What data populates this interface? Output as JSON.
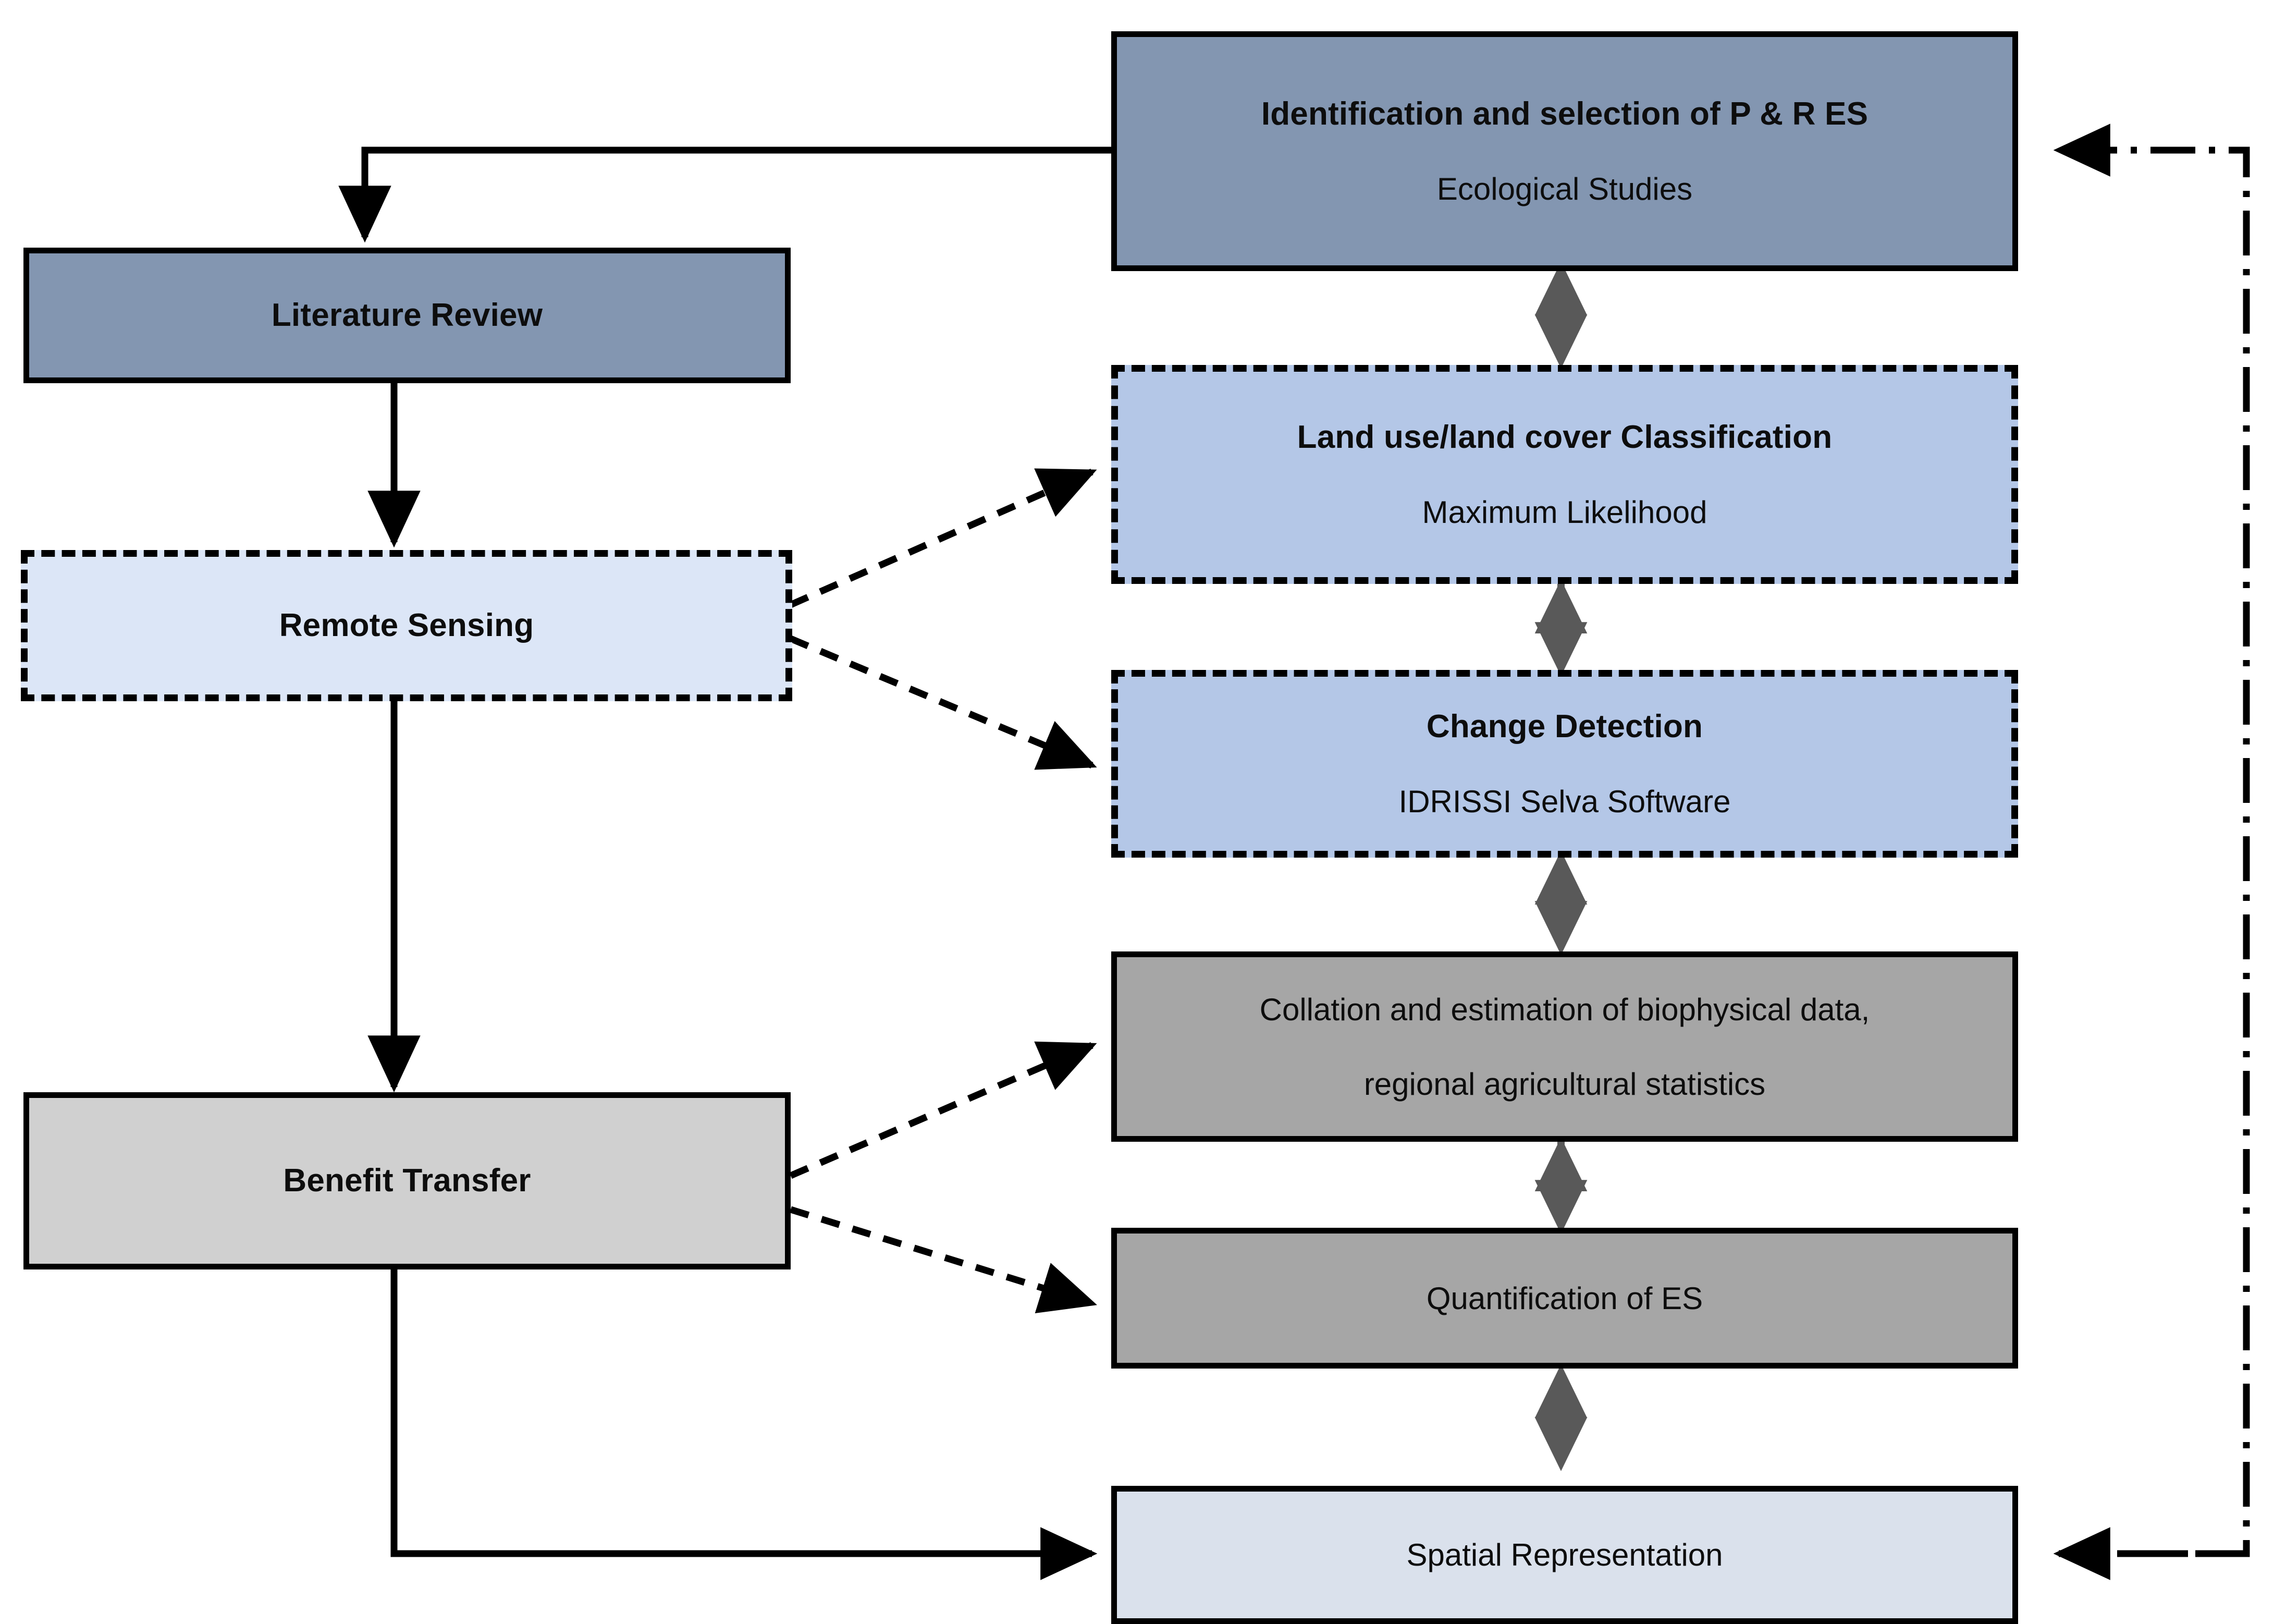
{
  "diagram": {
    "title": "Ecosystem services assessment methodology flowchart",
    "colors": {
      "node_dark_blue": "#8396b1",
      "node_mid_blue": "#b4c7e7",
      "node_pale_blue": "#dce6f7",
      "node_spatial_blue": "#dae1ec",
      "node_gray": "#a6a6a6",
      "node_light_gray": "#d0d0d0",
      "edge_black": "#000000",
      "edge_gray": "#595959"
    },
    "nodes": [
      {
        "id": "identification",
        "title": "Identification and selection of P & R ES",
        "subtitle": "Ecological Studies",
        "fill": "#8396b1",
        "border": "solid"
      },
      {
        "id": "literature-review",
        "title": "Literature Review",
        "subtitle": "",
        "fill": "#8396b1",
        "border": "solid"
      },
      {
        "id": "remote-sensing",
        "title": "Remote Sensing",
        "subtitle": "",
        "fill": "#dce6f7",
        "border": "dashed"
      },
      {
        "id": "lulc-classification",
        "title": "Land use/land cover    Classification",
        "subtitle": "Maximum Likelihood",
        "fill": "#b4c7e7",
        "border": "dashed"
      },
      {
        "id": "change-detection",
        "title": "Change Detection",
        "subtitle": "IDRISSI Selva Software",
        "fill": "#b4c7e7",
        "border": "dashed"
      },
      {
        "id": "benefit-transfer",
        "title": "Benefit Transfer",
        "subtitle": "",
        "fill": "#d0d0d0",
        "border": "solid"
      },
      {
        "id": "collation-estimation",
        "title": "",
        "subtitle_line1": "Collation and estimation of biophysical data,",
        "subtitle_line2": "regional agricultural statistics",
        "fill": "#a6a6a6",
        "border": "solid"
      },
      {
        "id": "quantification",
        "title": "",
        "subtitle": "Quantification of ES",
        "fill": "#a6a6a6",
        "border": "solid"
      },
      {
        "id": "spatial-representation",
        "title": "",
        "subtitle": "Spatial Representation",
        "fill": "#dae1ec",
        "border": "solid"
      }
    ],
    "edges": [
      {
        "id": "identification-to-literature-review",
        "style": "solid",
        "direction": "one-way"
      },
      {
        "id": "literature-review-to-remote-sensing",
        "style": "solid",
        "direction": "one-way"
      },
      {
        "id": "remote-sensing-to-lulc",
        "style": "dashed",
        "direction": "one-way"
      },
      {
        "id": "remote-sensing-to-change-detection",
        "style": "dashed",
        "direction": "one-way"
      },
      {
        "id": "remote-sensing-to-benefit-transfer",
        "style": "solid",
        "direction": "one-way"
      },
      {
        "id": "benefit-transfer-to-collation",
        "style": "dashed",
        "direction": "one-way"
      },
      {
        "id": "benefit-transfer-to-quantification",
        "style": "dashed",
        "direction": "one-way"
      },
      {
        "id": "benefit-transfer-to-spatial-representation",
        "style": "solid",
        "direction": "one-way"
      },
      {
        "id": "identification-lulc-link",
        "style": "dotted",
        "direction": "two-way"
      },
      {
        "id": "lulc-change-detection-link",
        "style": "solid",
        "direction": "two-way"
      },
      {
        "id": "change-detection-collation-link",
        "style": "solid",
        "direction": "two-way"
      },
      {
        "id": "collation-quantification-link",
        "style": "solid",
        "direction": "two-way"
      },
      {
        "id": "quantification-spatial-link",
        "style": "dotted",
        "direction": "two-way"
      },
      {
        "id": "spatial-representation-feedback-loop",
        "style": "dash-dot",
        "direction": "one-way"
      }
    ]
  }
}
